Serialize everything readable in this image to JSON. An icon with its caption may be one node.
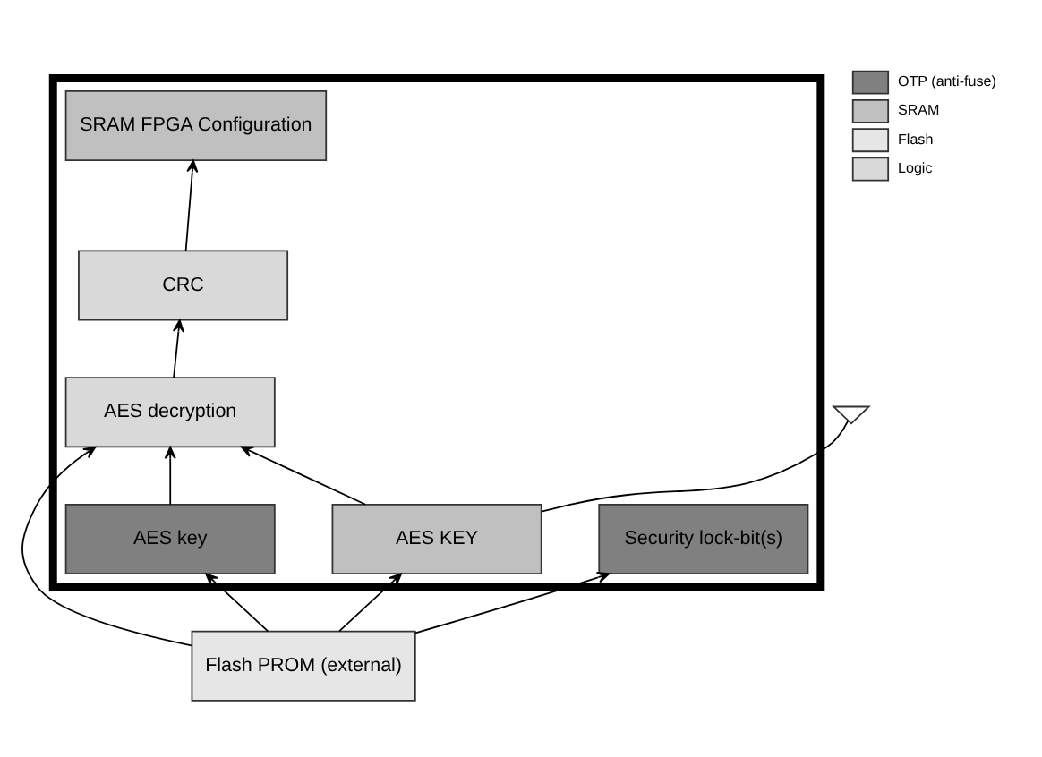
{
  "diagram": {
    "nodes": [
      {
        "text": [],
        "shape": "box"
      },
      {
        "text": [
          "SRAM FPGA Configuration"
        ],
        "in": 0
      },
      {
        "text": [
          "Security lock-bit(s)"
        ],
        "in": 0
      },
      {
        "text": [
          "AES key"
        ],
        "in": 0
      },
      {
        "text": [
          "CRC"
        ],
        "in": 0
      },
      {
        "text": [
          "AES KEY"
        ],
        "in": 0
      },
      {
        "text": [
          "AES decryption"
        ],
        "in": 0
      },
      {
        "text": [
          "Flash PROM (external)"
        ]
      },
      {
        "text": [],
        "shape": "ground"
      }
    ],
    "edges": [
      {
        "from": 7,
        "to": 6,
        "arrow": "to"
      },
      {
        "from": 7,
        "to": 2,
        "arrow": "to"
      },
      {
        "from": 7,
        "to": 3,
        "arrow": "to"
      },
      {
        "from": 7,
        "to": 5,
        "arrow": "to"
      },
      {
        "from": 3,
        "to": 6,
        "arrow": "to"
      },
      {
        "from": 5,
        "to": 6,
        "arrow": "to"
      },
      {
        "from": 6,
        "to": 4,
        "arrow": "to"
      },
      {
        "from": 4,
        "to": 1,
        "arrow": "to"
      },
      {
        "from": 5,
        "to": 8,
        "arrow": "none"
      }
    ],
    "legend": [
      {
        "text": "OTP (anti-fuse)",
        "color": "#808080"
      },
      {
        "text": "SRAM",
        "color": "#c0c0c0"
      },
      {
        "text": "Flash",
        "color": "#e6e6e6"
      },
      {
        "text": "Logic",
        "color": "#d9d9d9"
      }
    ]
  }
}
